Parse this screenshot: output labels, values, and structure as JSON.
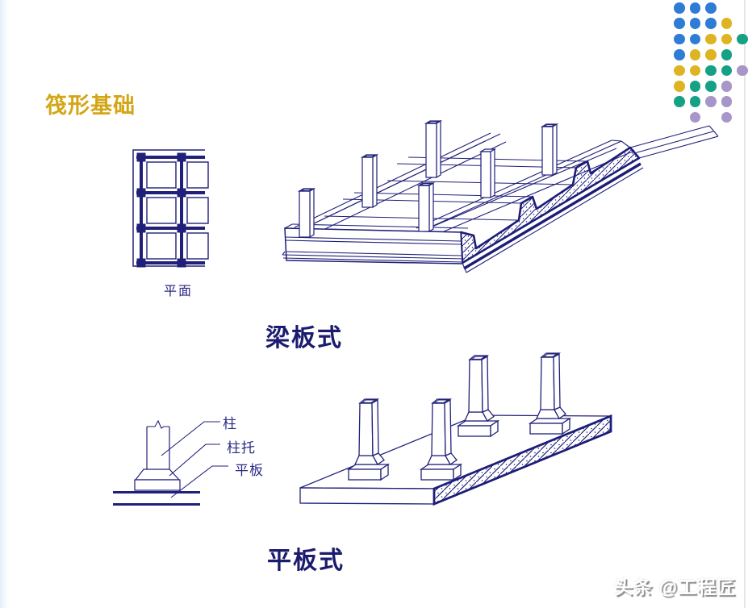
{
  "slide": {
    "title": "筏形基础",
    "captions": {
      "plan": "平面",
      "beam_slab": "梁板式",
      "flat_slab": "平板式"
    },
    "detail_labels": {
      "column": "柱",
      "column_cap": "柱托",
      "flat_plate": "平板"
    },
    "watermark": "头条 @工程匠",
    "colors": {
      "title": "#D4A615",
      "line": "#20207A",
      "caption": "#1B1B70",
      "label": "#2A2A85"
    },
    "decor_dots": {
      "palette": {
        "B": "#2E7CD6",
        "Y": "#DFB422",
        "T": "#16A085",
        "P": "#A796C8"
      },
      "grid": [
        [
          "B",
          "B",
          "B",
          "",
          ""
        ],
        [
          "B",
          "B",
          "B",
          "Y",
          ""
        ],
        [
          "B",
          "B",
          "Y",
          "Y",
          "T"
        ],
        [
          "B",
          "Y",
          "Y",
          "T",
          ""
        ],
        [
          "Y",
          "Y",
          "T",
          "T",
          "P"
        ],
        [
          "Y",
          "T",
          "T",
          "P",
          ""
        ],
        [
          "T",
          "T",
          "P",
          "P",
          ""
        ],
        [
          "",
          "P",
          "",
          "P",
          ""
        ]
      ]
    }
  }
}
